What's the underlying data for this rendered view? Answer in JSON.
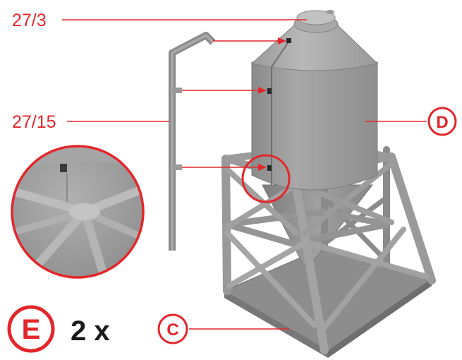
{
  "labels": {
    "top_part": "27/3",
    "side_part": "27/15",
    "body_letter": "D",
    "base_letter": "C",
    "step_letter": "E",
    "quantity": "2 x"
  },
  "icons": [
    "silo-body",
    "pipe-part",
    "support-frame",
    "base-plate",
    "detail-magnifier"
  ],
  "colors": {
    "accent": "#e3262b",
    "part": "#9a9a9a",
    "part_dark": "#7a7a7a",
    "part_light": "#b5b5b5",
    "text": "#1a1a1a"
  }
}
